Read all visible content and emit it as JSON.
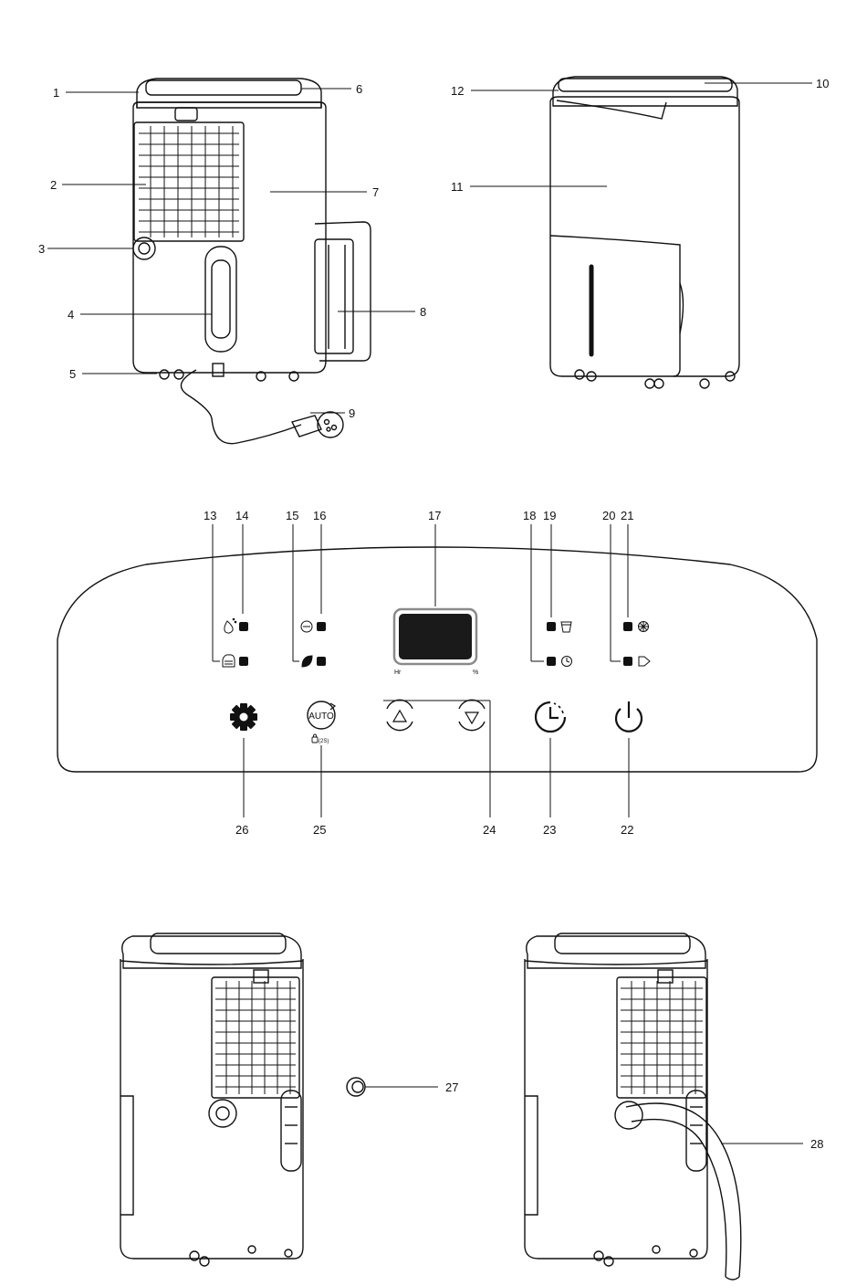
{
  "callouts": [
    "1",
    "2",
    "3",
    "4",
    "5",
    "6",
    "7",
    "8",
    "9",
    "10",
    "11",
    "12",
    "13",
    "14",
    "15",
    "16",
    "17",
    "18",
    "19",
    "20",
    "21",
    "22",
    "23",
    "24",
    "25",
    "26",
    "27",
    "28"
  ],
  "panel": {
    "display_left_label": "Hr",
    "display_right_label": "%",
    "auto_label": "AUTO",
    "lock_hint": "(2S)"
  },
  "icons": {
    "i13": "clothes-dry-icon",
    "i14": "humidity-drop-icon",
    "i15": "eco-leaf-icon",
    "i16": "auto-mode-icon",
    "i18": "timer-icon",
    "i19": "tank-full-icon",
    "i20": "defrost-icon",
    "i21": "fan-speed-icon",
    "i22": "power-icon",
    "i23": "timer-button-icon",
    "i24up": "arrow-up-icon",
    "i24down": "arrow-down-icon",
    "i25": "auto-lock-icon",
    "i26": "settings-gear-icon"
  },
  "colors": {
    "line": "#111111",
    "screen": "#1a1a1a"
  }
}
